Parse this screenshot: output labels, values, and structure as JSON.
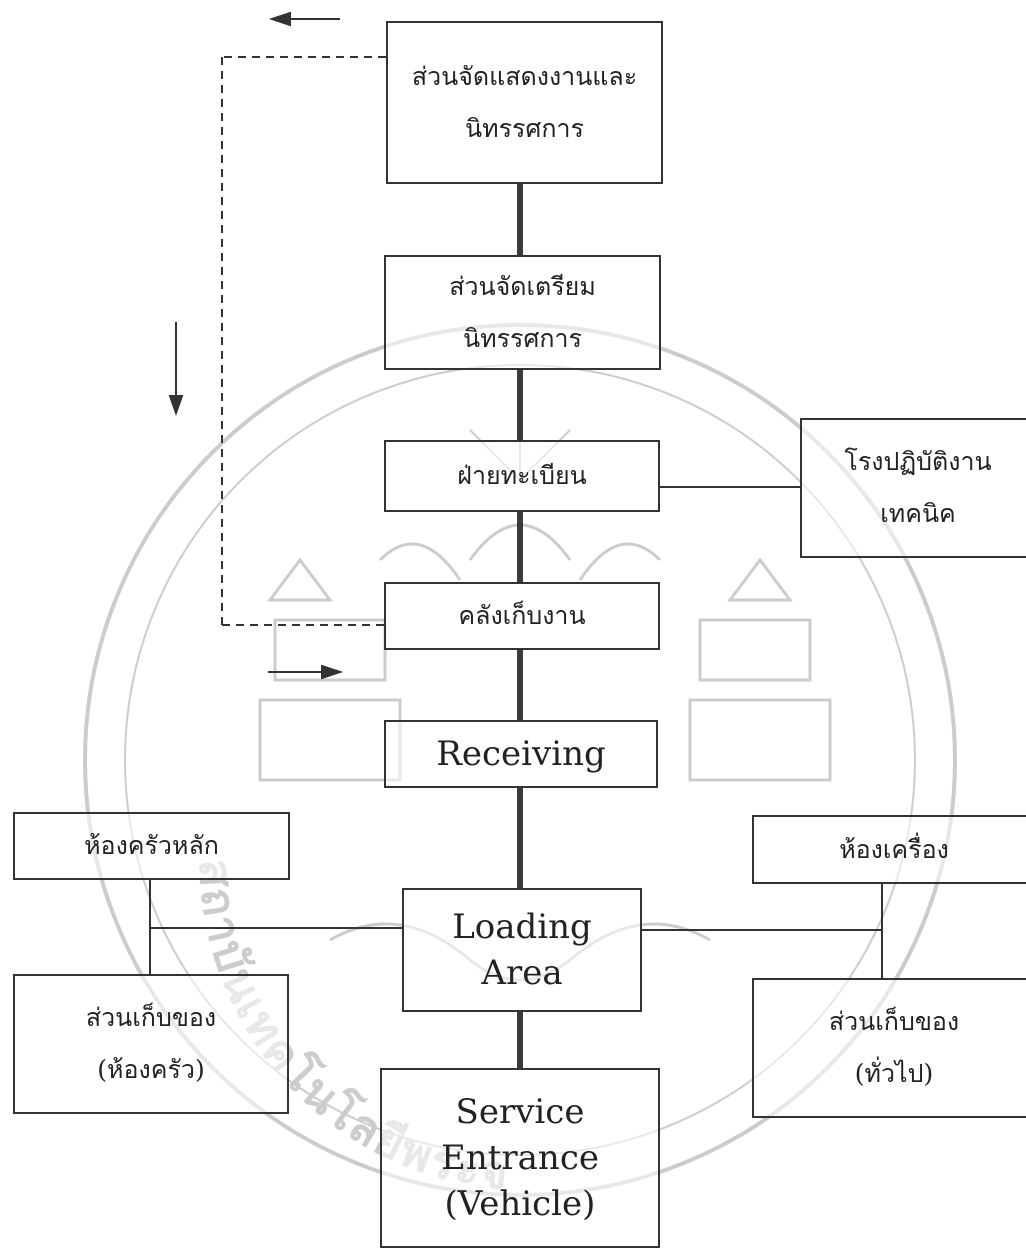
{
  "diagram": {
    "nodes": {
      "exhibition": [
        "ส่วนจัดแสดงงานและ",
        "นิทรรศการ"
      ],
      "exhibit_prep": [
        "ส่วนจัดเตรียม",
        "นิทรรศการ"
      ],
      "registration": [
        "ฝ่ายทะเบียน"
      ],
      "technical_workshop": [
        "โรงปฏิบัติงาน",
        "เทคนิค"
      ],
      "storage": [
        "คลังเก็บงาน"
      ],
      "receiving": [
        "Receiving"
      ],
      "main_kitchen": [
        "ห้องครัวหลัก"
      ],
      "loading_area": [
        "Loading",
        "Area"
      ],
      "machine_room": [
        "ห้องเครื่อง"
      ],
      "kitchen_storage": [
        "ส่วนเก็บของ",
        "(ห้องครัว)"
      ],
      "general_storage": [
        "ส่วนเก็บของ",
        "(ทั่วไป)"
      ],
      "service_entrance": [
        "Service",
        "Entrance",
        "(Vehicle)"
      ]
    },
    "colors": {
      "line": "#333333",
      "main_path": "#3a3a3a",
      "watermark": "#cccccc"
    }
  },
  "watermark": {
    "text_left": "สถาบันเทคโนโลยีพระจอมเกล้าเจ้าคุณทหารลาดกระบัง"
  }
}
